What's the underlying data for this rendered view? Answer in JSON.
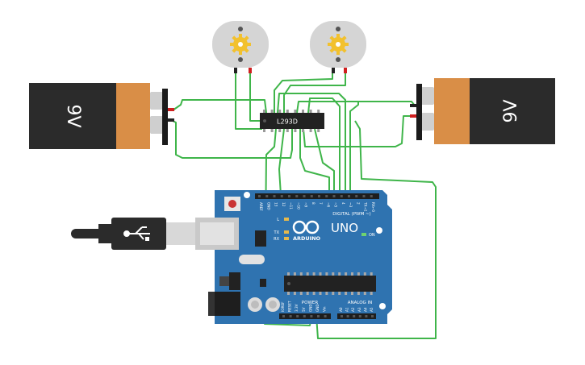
{
  "battery_left": {
    "label": "9V"
  },
  "battery_right": {
    "label": "9V"
  },
  "driver_chip": {
    "label": "L293D"
  },
  "arduino": {
    "brand": "ARDUINO",
    "model": "UNO",
    "on_label": "ON",
    "digital_header": "DIGITAL (PWM ~)",
    "power_header": "POWER",
    "analog_header": "ANALOG IN",
    "led_l": "L",
    "led_tx": "TX",
    "led_rx": "RX",
    "digital_pins": [
      "AREF",
      "GND",
      "13",
      "12",
      "~11",
      "~10",
      "~9",
      "8",
      "7",
      "~6",
      "~5",
      "4",
      "~3",
      "2",
      "TX→1",
      "RX←0"
    ],
    "power_pins": [
      "IOREF",
      "RESET",
      "3.3V",
      "5V",
      "GND",
      "GND",
      "Vin"
    ],
    "analog_pins": [
      "A0",
      "A1",
      "A2",
      "A3",
      "A4",
      "A5"
    ]
  },
  "colors": {
    "wire": "#3fb54a",
    "board": "#2f73b0",
    "battery_orange": "#d98e47",
    "battery_black": "#2b2b2b",
    "motor_gray": "#d5d5d5",
    "motor_gear": "#f2c12e",
    "chip": "#222222"
  }
}
